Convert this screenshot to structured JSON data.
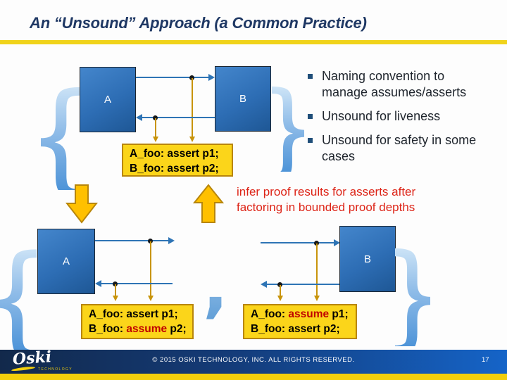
{
  "slide": {
    "title": "An “Unsound” Approach (a Common Practice)",
    "page_number": "17",
    "copyright": "© 2015 OSKI TECHNOLOGY, INC.  ALL RIGHTS RESERVED.",
    "logo": {
      "name": "Oski",
      "tagline": "TECHNOLOGY"
    }
  },
  "bullets": {
    "items": [
      {
        "label": "Naming convention to manage assumes/asserts"
      },
      {
        "label": "Unsound for liveness"
      },
      {
        "label": "Unsound for safety in some cases"
      }
    ]
  },
  "annotation": {
    "line1": "infer proof results for asserts after",
    "line2": "factoring in bounded proof depths"
  },
  "diagram_top": {
    "block_a": "A",
    "block_b": "B",
    "proof_box": {
      "line1": "A_foo: assert p1;",
      "line2": "B_foo: assert p2;"
    }
  },
  "diagram_bottom_left": {
    "block_a": "A",
    "proof_box": {
      "line1": "A_foo: assert p1;",
      "line2_pre": "B_foo: ",
      "line2_keyword": "assume",
      "line2_post": " p2;"
    }
  },
  "diagram_bottom_right": {
    "block_b": "B",
    "proof_box": {
      "line1_pre": "A_foo: ",
      "line1_keyword": "assume",
      "line1_post": " p1;",
      "line2": "B_foo: assert p2;"
    }
  },
  "glyphs": {
    "open_brace": "{",
    "close_brace": "}",
    "comma": ","
  },
  "colors": {
    "title_navy": "#1F3864",
    "divider_gold": "#F0D31B",
    "block_blue": "#2D6DB4",
    "signal_blue": "#2E74B5",
    "tap_gold": "#C8940B",
    "proof_box_fill": "#FBD51A",
    "proof_box_border": "#B8860B",
    "assume_red": "#C00000",
    "annotation_red": "#DD2417",
    "footer_navy": "#12294B",
    "footer_gold": "#F2CF0C"
  }
}
